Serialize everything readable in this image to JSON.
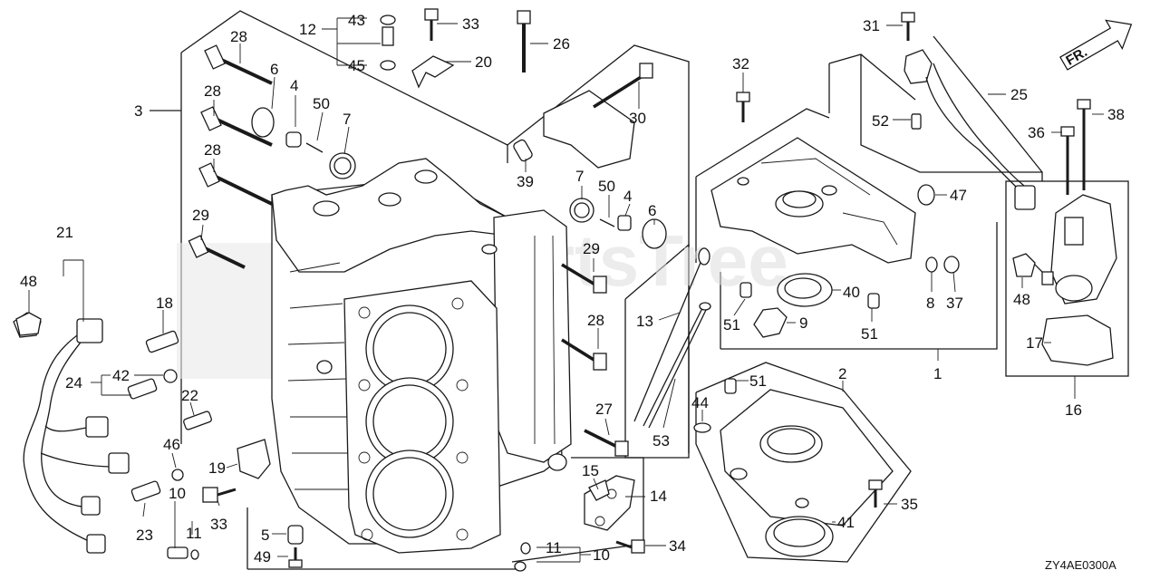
{
  "diagram": {
    "code": "ZY4AE0300A",
    "watermark": "PartsTree",
    "orientation": "FR."
  },
  "callouts": [
    "1",
    "2",
    "3",
    "4",
    "4",
    "5",
    "6",
    "6",
    "7",
    "7",
    "8",
    "9",
    "10",
    "10",
    "11",
    "11",
    "12",
    "13",
    "14",
    "15",
    "16",
    "17",
    "18",
    "19",
    "20",
    "21",
    "22",
    "23",
    "24",
    "25",
    "26",
    "27",
    "28",
    "28",
    "28",
    "28",
    "29",
    "29",
    "30",
    "31",
    "32",
    "33",
    "33",
    "34",
    "35",
    "36",
    "37",
    "38",
    "39",
    "40",
    "41",
    "42",
    "43",
    "44",
    "45",
    "46",
    "47",
    "48",
    "48",
    "49",
    "50",
    "50",
    "51",
    "51",
    "51",
    "52",
    "53"
  ]
}
